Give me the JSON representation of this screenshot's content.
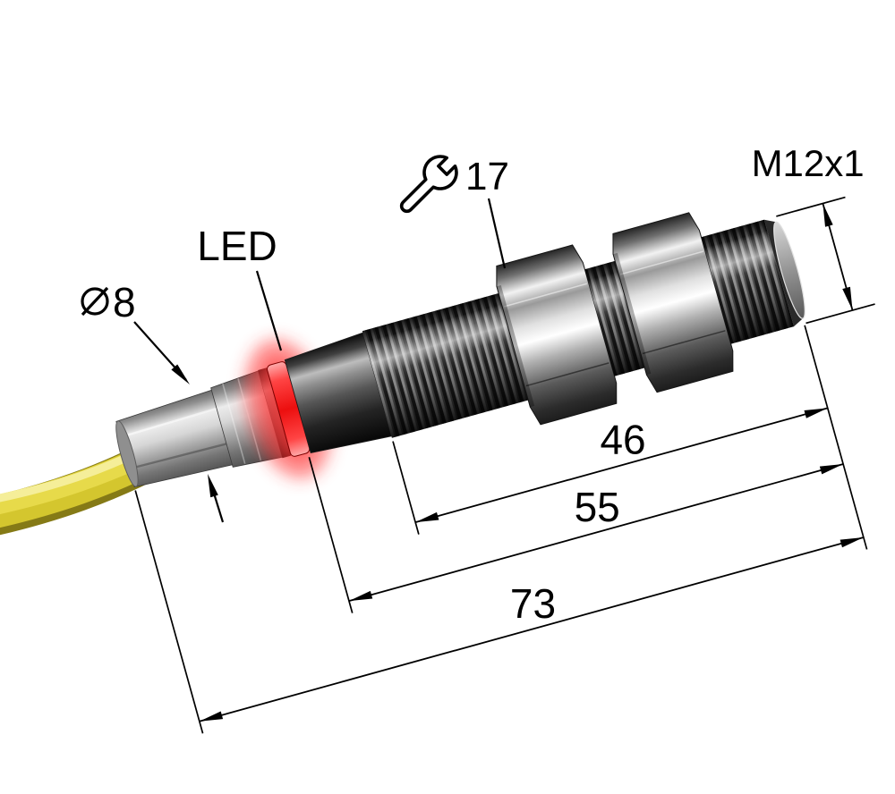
{
  "drawing": {
    "labels": {
      "diameter_prefix": "Ø",
      "diameter_value": "8",
      "led": "LED",
      "wrench_size": "17",
      "thread_spec": "M12x1"
    },
    "dimensions": {
      "thread_length": "46",
      "body_length": "55",
      "total_length": "73"
    },
    "icons": {
      "wrench": "open-end-wrench",
      "diameter": "circle-slash"
    },
    "colors": {
      "background": "#ffffff",
      "cable": "#d4c62e",
      "led": "#ff1f1f",
      "lines": "#000000",
      "metal_light": "#cfcfcf",
      "metal_dark": "#1a1a1a"
    }
  }
}
